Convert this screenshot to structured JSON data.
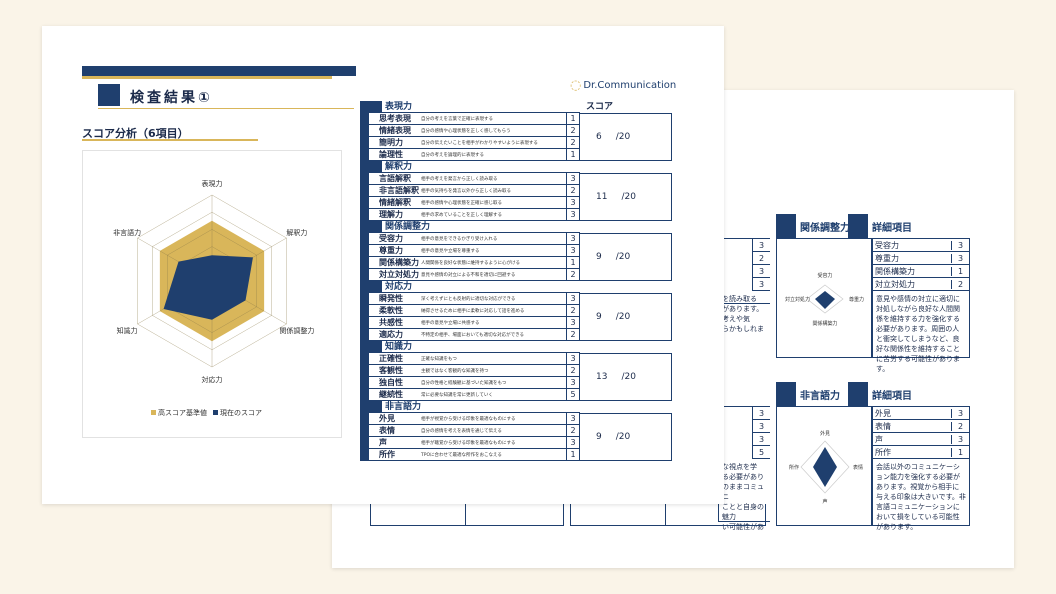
{
  "front": {
    "title": "検査結果①",
    "logo": "Dr.Communication",
    "subtitle": "スコア分析（6項目）",
    "score_header": "スコア",
    "categories": [
      {
        "name": "表現力",
        "total": "6",
        "max": "/20",
        "items": [
          {
            "name": "思考表現",
            "desc": "自分の考えを言葉で正確に表現する",
            "score": "1"
          },
          {
            "name": "情緒表現",
            "desc": "自分の感情や心理状態を正しく感してもらう",
            "score": "2"
          },
          {
            "name": "簡明力",
            "desc": "自分の伝えたいことを相手がわかりやすいように表現する",
            "score": "2"
          },
          {
            "name": "論理性",
            "desc": "自分の考えを論理的に表現する",
            "score": "1"
          }
        ]
      },
      {
        "name": "解釈力",
        "total": "11",
        "max": "/20",
        "items": [
          {
            "name": "言語解釈",
            "desc": "相手の考えを発言から正しく読み取る",
            "score": "3"
          },
          {
            "name": "非言語解釈",
            "desc": "相手の気持ちを発言以外から正しく読み取る",
            "score": "2"
          },
          {
            "name": "情緒解釈",
            "desc": "相手の感情や心理状態を正確に感じ取る",
            "score": "3"
          },
          {
            "name": "理解力",
            "desc": "相手の求めていることを正しく理解する",
            "score": "3"
          }
        ]
      },
      {
        "name": "関係調整力",
        "total": "9",
        "max": "/20",
        "items": [
          {
            "name": "受容力",
            "desc": "相手の意見をできるかぎり受け入れる",
            "score": "3"
          },
          {
            "name": "尊重力",
            "desc": "相手の意見や立場を尊重する",
            "score": "3"
          },
          {
            "name": "関係構築力",
            "desc": "人間関係を良好な状態に維持するように心がける",
            "score": "1"
          },
          {
            "name": "対立対処力",
            "desc": "意見や感情の対立による不和を適切に回避する",
            "score": "2"
          }
        ]
      },
      {
        "name": "対応力",
        "total": "9",
        "max": "/20",
        "items": [
          {
            "name": "瞬発性",
            "desc": "深く考えずにとも反射的に適切な対応ができる",
            "score": "3"
          },
          {
            "name": "柔軟性",
            "desc": "納得させるために相手に柔軟に対応して話を進める",
            "score": "2"
          },
          {
            "name": "共感性",
            "desc": "相手の意見や立場に共感する",
            "score": "3"
          },
          {
            "name": "適応力",
            "desc": "不特定の相手、場面においても適切な対応ができる",
            "score": "2"
          }
        ]
      },
      {
        "name": "知識力",
        "total": "13",
        "max": "/20",
        "items": [
          {
            "name": "正確性",
            "desc": "正確な知識をもつ",
            "score": "3"
          },
          {
            "name": "客観性",
            "desc": "主観ではなく客観的な知識を持つ",
            "score": "2"
          },
          {
            "name": "独自性",
            "desc": "自分の性格と経験観に基づいた知識をもつ",
            "score": "3"
          },
          {
            "name": "継続性",
            "desc": "常に必要な知識を常に更新していく",
            "score": "5"
          }
        ]
      },
      {
        "name": "非言語力",
        "total": "9",
        "max": "/20",
        "items": [
          {
            "name": "外見",
            "desc": "相手が視覚から受ける印象を最適なものにする",
            "score": "3"
          },
          {
            "name": "表情",
            "desc": "自分の感情を考えを表情を通じて伝える",
            "score": "2"
          },
          {
            "name": "声",
            "desc": "相手が聴覚から受ける印象を最適なものにする",
            "score": "3"
          },
          {
            "name": "所作",
            "desc": "TPOに合わせて最適な所作をおこなえる",
            "score": "1"
          }
        ]
      }
    ]
  },
  "chart_data": {
    "type": "radar",
    "axes": [
      "表現力",
      "解釈力",
      "関係調整力",
      "対応力",
      "知識力",
      "非言語力"
    ],
    "rmax": 20,
    "series": [
      {
        "name": "高スコア基準値",
        "values": [
          14,
          14,
          14,
          14,
          14,
          14
        ],
        "color": "#d9b65a"
      },
      {
        "name": "現在のスコア",
        "values": [
          6,
          11,
          9,
          9,
          13,
          9
        ],
        "color": "#1f3f6e"
      }
    ],
    "legend_position": "bottom"
  },
  "back": {
    "panel1": {
      "title": "関係調整力",
      "detail_title": "詳細項目",
      "items": [
        {
          "label": "受容力",
          "value": "3"
        },
        {
          "label": "尊重力",
          "value": "3"
        },
        {
          "label": "関係構築力",
          "value": "1"
        },
        {
          "label": "対立対処力",
          "value": "2"
        }
      ],
      "desc": "意見や感情の対立に適切に対処しながら良好な人間関係を維持する力を強化する必要があります。周囲の人と衝突してしまうなど、良好な関係性を維持することに苦労する可能性があります。",
      "mini_labels": [
        "受容力",
        "尊重力",
        "関係構築力",
        "対立対処力"
      ]
    },
    "panel2": {
      "title": "非言語力",
      "detail_title": "詳細項目",
      "items": [
        {
          "label": "外見",
          "value": "3"
        },
        {
          "label": "表情",
          "value": "2"
        },
        {
          "label": "声",
          "value": "3"
        },
        {
          "label": "所作",
          "value": "1"
        }
      ],
      "desc": "会話以外のコミュニケーション能力を強化する必要があります。視覚から相手に与える印象は大きいです。非言語コミュニケーションにおいて損をしている可能性があります。",
      "mini_labels": [
        "外見",
        "表情",
        "声",
        "所作"
      ]
    },
    "left_values_top": [
      "3",
      "2",
      "3",
      "3"
    ],
    "left_values_bottom": [
      "3",
      "3",
      "3",
      "5"
    ],
    "left_text_top": "を読み取る\nがあります。\n考えや気\nらかもしれま",
    "left_text_bottom": "な視点を学\nる必要があり\nのままコミュニ\nことと自身の魅力\nい可能性があ"
  }
}
